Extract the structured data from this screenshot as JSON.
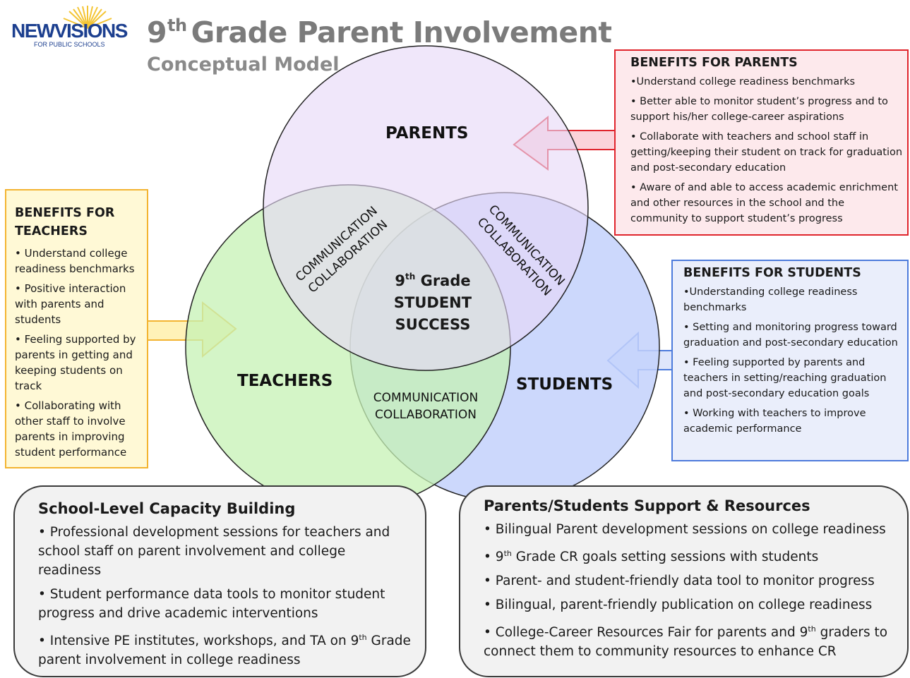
{
  "header": {
    "logo_text": "NEWVISIONS",
    "logo_subtext": "FOR PUBLIC SCHOOLS",
    "title_lead": "9",
    "title_sup": "th",
    "title_rest": "Grade Parent Involvement",
    "subtitle": "Conceptual Model"
  },
  "venn": {
    "parents": "PARENTS",
    "teachers": "TEACHERS",
    "students": "STUDENTS",
    "center": {
      "grade_lead": "9",
      "grade_sup": "th",
      "grade_rest": " Grade",
      "line2": "STUDENT",
      "line3": "SUCCESS"
    },
    "overlap_parents_teachers": [
      "COMMUNICATION",
      "COLLABORATION"
    ],
    "overlap_parents_students": [
      "COMMUNICATION",
      "COLLABORATION"
    ],
    "overlap_teachers_students": [
      "COMMUNICATION",
      "COLLABORATION"
    ]
  },
  "colors": {
    "parents_fill": "#e7d8f7",
    "teachers_fill": "#c6f1b4",
    "students_fill": "#c3d1fb",
    "parents_border": "#e0242c",
    "teachers_border": "#f3b431",
    "students_border": "#4d7bdc"
  },
  "benefits_parents": {
    "heading": "BENEFITS FOR PARENTS",
    "items": [
      "•Understand college readiness benchmarks",
      "• Better able to monitor student’s progress and to support his/her college-career aspirations",
      "• Collaborate with teachers and school staff in getting/keeping their student on track for graduation and post-secondary education",
      "• Aware of and able to access academic enrichment and other resources in the school and the community to support student’s progress"
    ]
  },
  "benefits_teachers": {
    "heading": "BENEFITS  FOR TEACHERS",
    "items": [
      "• Understand college readiness benchmarks",
      "• Positive interaction with parents and students",
      "• Feeling supported by parents in getting and keeping  students on track",
      "• Collaborating with other staff to involve parents in improving student performance"
    ]
  },
  "benefits_students": {
    "heading": "BENEFITS FOR STUDENTS",
    "items": [
      "•Understanding college readiness benchmarks",
      "• Setting and monitoring progress toward graduation and post-secondary education",
      "• Feeling supported by parents and teachers in setting/reaching graduation and post-secondary education goals",
      "• Working with teachers to improve academic performance"
    ]
  },
  "capacity": {
    "heading": "School-Level Capacity Building",
    "item1": "• Professional development sessions for teachers and school staff on parent involvement and college readiness",
    "item2": "• Student performance data tools to monitor student progress and drive academic interventions",
    "item3_pre": "• Intensive PE institutes, workshops, and TA on 9",
    "item3_sup": "th",
    "item3_post": " Grade parent involvement in college readiness"
  },
  "support": {
    "heading": "Parents/Students Support & Resources",
    "item1": "• Bilingual Parent development sessions on college readiness",
    "item2_pre": "• 9",
    "item2_sup": "th",
    "item2_post": " Grade CR goals setting sessions with students",
    "item3": "• Parent- and student-friendly data tool to monitor progress",
    "item4": "• Bilingual, parent-friendly publication on college readiness",
    "item5_pre": "• College-Career Resources Fair for parents and 9",
    "item5_sup": "th",
    "item5_post": " graders to connect them to community resources to enhance CR"
  }
}
